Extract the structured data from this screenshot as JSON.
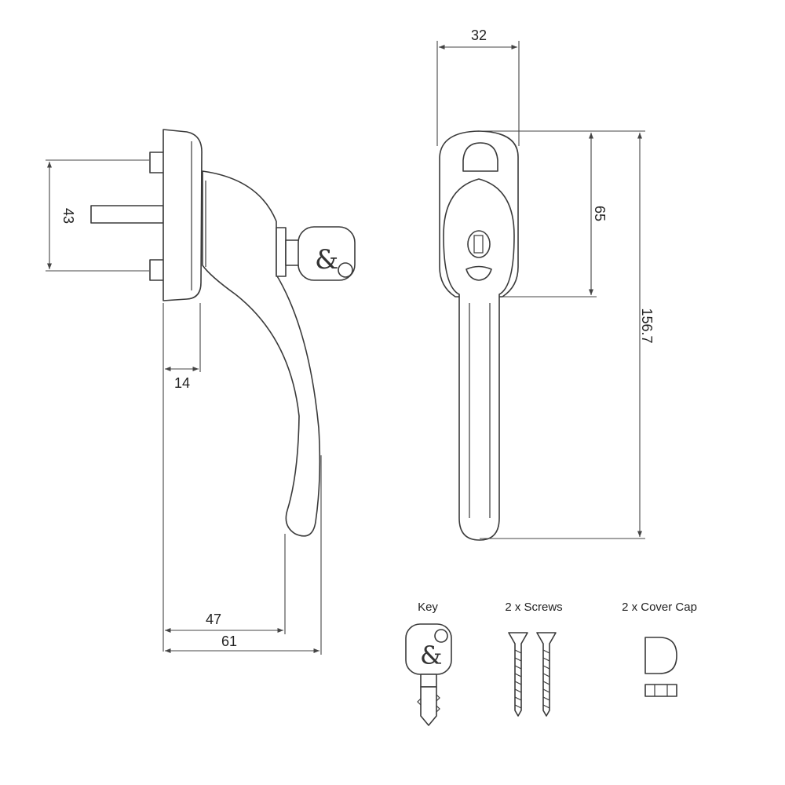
{
  "dimensions": {
    "side_height": "43",
    "base_depth": "14",
    "projection_47": "47",
    "projection_61": "61",
    "front_width": "32",
    "front_65": "65",
    "front_total": "156.7"
  },
  "accessories": {
    "key_label": "Key",
    "screws_label": "2  x Screws",
    "cover_cap_label": "2 x Cover Cap"
  }
}
